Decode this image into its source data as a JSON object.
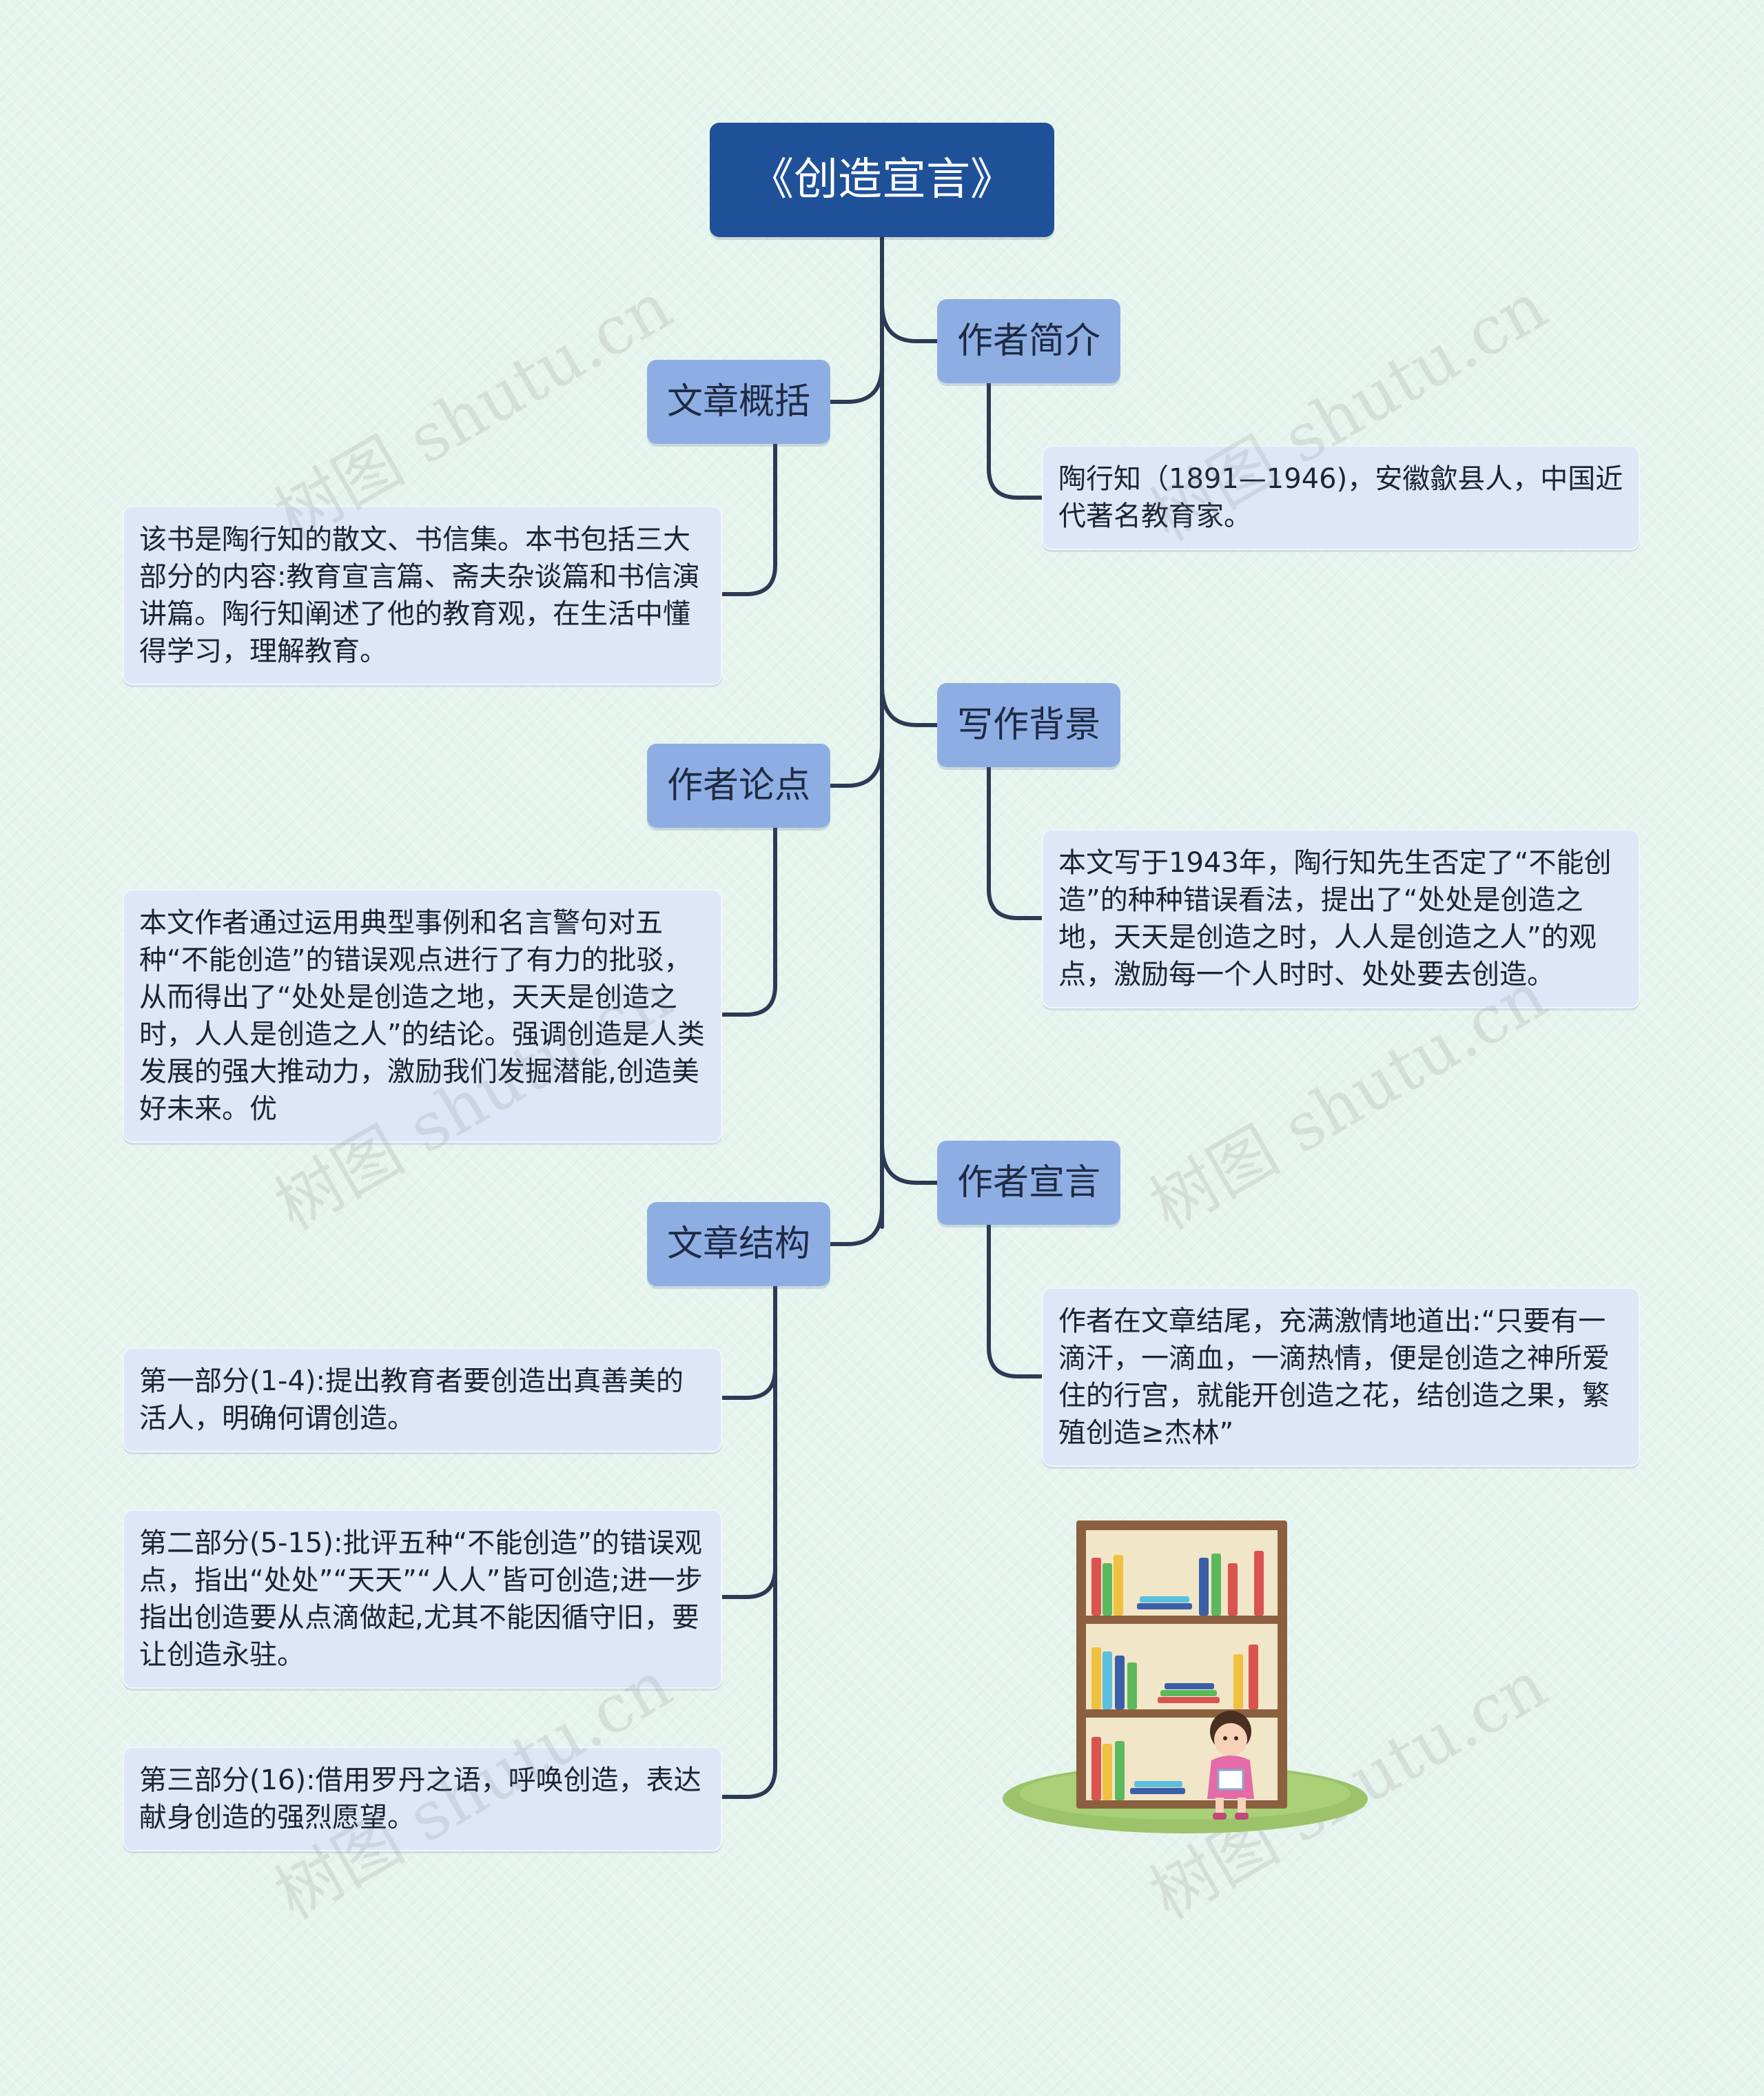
{
  "root": {
    "label": "《创造宣言》"
  },
  "branches": {
    "summary": {
      "label": "文章概括",
      "text": "该书是陶行知的散文、书信集。本书包括三大部分的内容:教育宣言篇、斋夫杂谈篇和书信演讲篇。陶行知阐述了他的教育观，在生活中懂得学习，理解教育。"
    },
    "author_intro": {
      "label": "作者简介",
      "text": "陶行知（1891—1946)，安徽歙县人，中国近代著名教育家。"
    },
    "argument": {
      "label": "作者论点",
      "text": "本文作者通过运用典型事例和名言警句对五种“不能创造”的错误观点进行了有力的批驳，从而得出了“处处是创造之地，天天是创造之时，人人是创造之人”的结论。强调创造是人类发展的强大推动力，激励我们发掘潜能,创造美好未来。优"
    },
    "background": {
      "label": "写作背景",
      "text": "本文写于1943年，陶行知先生否定了“不能创造”的种种错误看法，提出了“处处是创造之地，天天是创造之时，人人是创造之人”的观点，激励每一个人时时、处处要去创造。"
    },
    "structure": {
      "label": "文章结构",
      "parts": [
        "第一部分(1-4):提出教育者要创造出真善美的活人，明确何谓创造。",
        "第二部分(5-15):批评五种“不能创造”的错误观点，指出“处处”“天天”“人人”皆可创造;进一步指出创造要从点滴做起,尤其不能因循守旧，要让创造永驻。",
        "第三部分(16):借用罗丹之语，呼唤创造，表达献身创造的强烈愿望。"
      ]
    },
    "declaration": {
      "label": "作者宣言",
      "text": "作者在文章结尾，充满激情地道出:“只要有一滴汗，一滴血，一滴热情，便是创造之神所爱住的行宫，就能开创造之花，结创造之果，繁殖创造≥杰林”"
    }
  },
  "watermark": "树图 shutu.cn",
  "colors": {
    "root": "#1f5199",
    "branch": "#8eaee3",
    "leaf": "#dde7f7",
    "line": "#2c3a55",
    "background": "#e6f4ee"
  }
}
